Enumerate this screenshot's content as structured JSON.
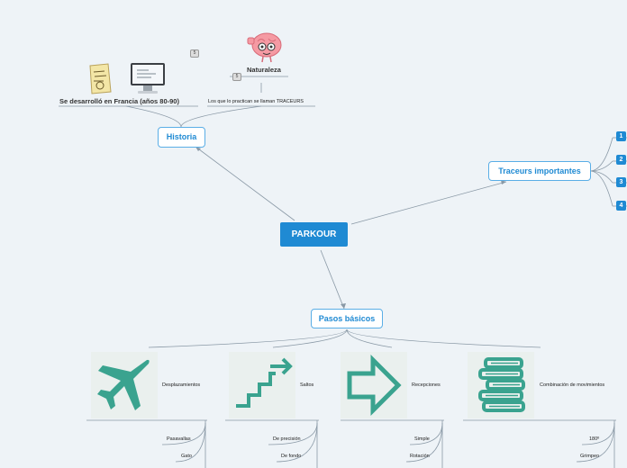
{
  "root": {
    "label": "PARKOUR"
  },
  "historia": {
    "label": "Historia",
    "france": "Se desarrolló en Francia (años 80-90)",
    "naturaleza": "Naturaleza",
    "traceurs_note": "Los que lo practican se llaman TRACEURS",
    "badge_a": "5",
    "badge_b": "5"
  },
  "traceurs": {
    "label": "Traceurs importantes",
    "items": [
      "1",
      "2",
      "3",
      "4"
    ]
  },
  "pasos": {
    "label": "Pasos básicos",
    "categories": [
      {
        "label": "Desplazamientos",
        "icon": "airplane-icon",
        "items": [
          "Pasavallas",
          "Gato"
        ]
      },
      {
        "label": "Saltos",
        "icon": "stairs-icon",
        "items": [
          "De precisión",
          "De fondo"
        ]
      },
      {
        "label": "Recepciones",
        "icon": "arrow-right-icon",
        "items": [
          "Simple",
          "Rotación"
        ]
      },
      {
        "label": "Combinación de movimientos",
        "icon": "books-icon",
        "items": [
          "180º",
          "Grimpeo"
        ]
      }
    ]
  },
  "colors": {
    "accent": "#1f8ad3",
    "teal": "#3aa38f"
  }
}
